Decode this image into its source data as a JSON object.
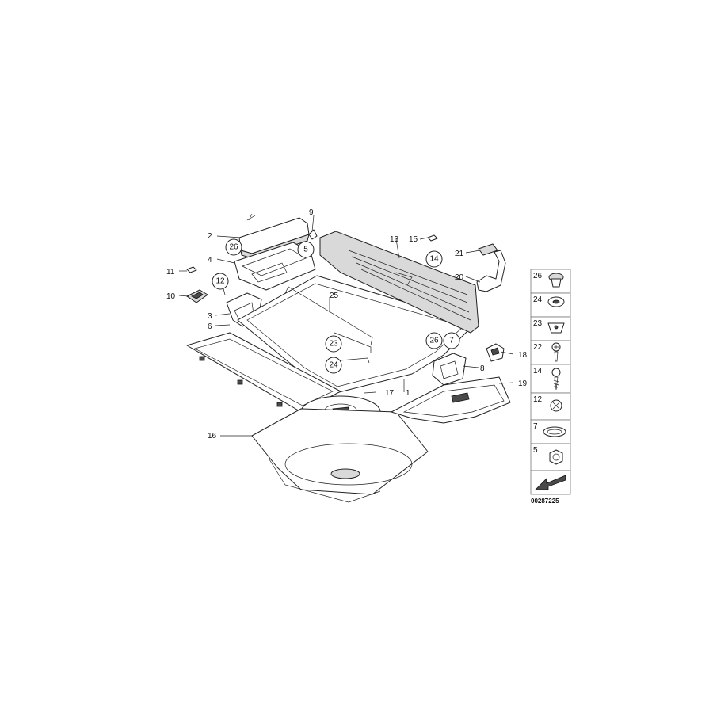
{
  "labels": {
    "l1": "1",
    "l2": "2",
    "l3": "3",
    "l4": "4",
    "l5": "5",
    "l6": "6",
    "l7": "7",
    "l8": "8",
    "l9": "9",
    "l10": "10",
    "l11": "11",
    "l12": "12",
    "l13": "13",
    "l14": "14",
    "l15": "15",
    "l16": "16",
    "l17": "17",
    "l18": "18",
    "l19": "19",
    "l20": "20",
    "l21": "21",
    "l23": "23",
    "l24": "24",
    "l25": "25",
    "l26": "26"
  },
  "legend": [
    "26",
    "24",
    "23",
    "22",
    "14",
    "12",
    "7",
    "5"
  ],
  "diagram_code": "00287225"
}
